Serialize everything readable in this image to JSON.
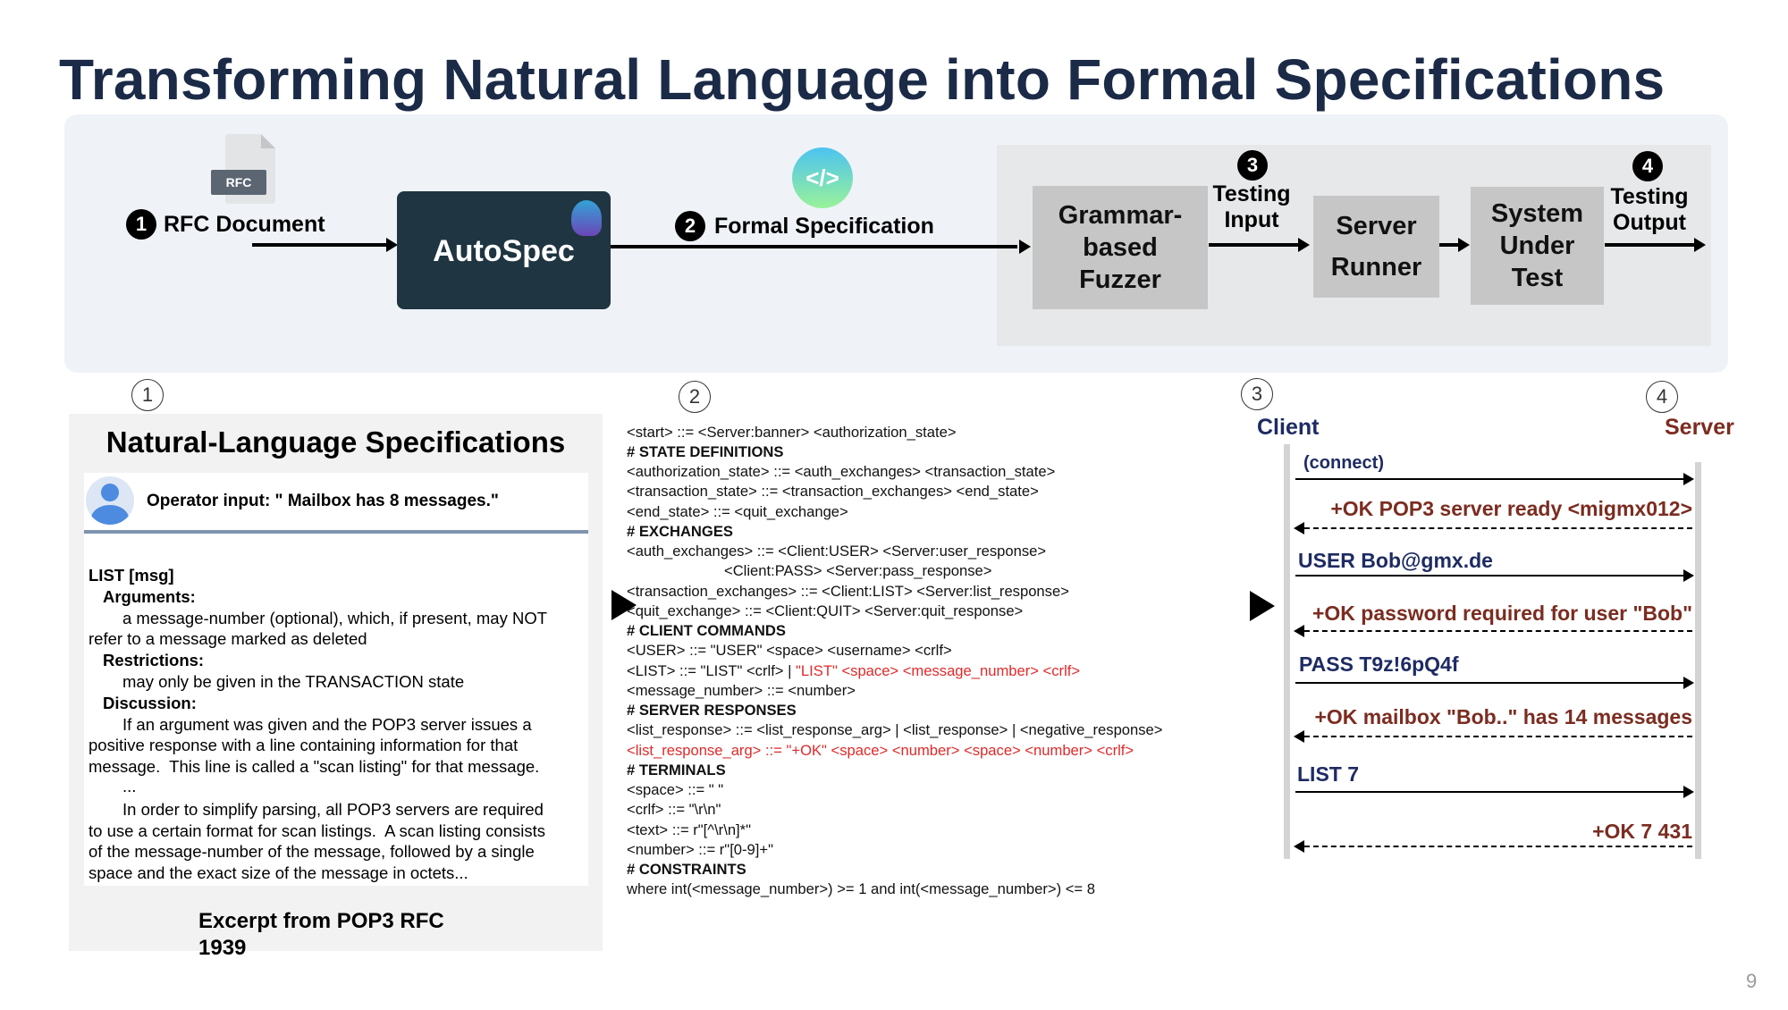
{
  "title": "Transforming Natural Language into Formal Specifications",
  "pipeline": {
    "rfc_icon_label": "RFC",
    "step1_num": "1",
    "step1_label": "RFC Document",
    "autospec_label": "AutoSpec",
    "code_icon_label": "</>",
    "step2_num": "2",
    "step2_label": "Formal Specification",
    "fuzzer_label": [
      "Grammar-",
      "based",
      "Fuzzer"
    ],
    "step3_num": "3",
    "step3_label": [
      "Testing",
      "Input"
    ],
    "runner_label": [
      "Server",
      "Runner"
    ],
    "sut_label": [
      "System",
      "Under",
      "Test"
    ],
    "step4_num": "4",
    "step4_label": [
      "Testing",
      "Output"
    ]
  },
  "section_markers": [
    "1",
    "2",
    "3",
    "4"
  ],
  "nl_spec": {
    "heading": "Natural-Language Specifications",
    "operator_input": "Operator input: \" Mailbox has 8 messages.\"",
    "lines": [
      "LIST [msg]",
      "Arguments:",
      "a message-number (optional), which, if present, may NOT",
      "refer to a message marked as deleted",
      "Restrictions:",
      "may only be given in the TRANSACTION state",
      "Discussion:",
      "If an argument was given and the POP3 server issues a",
      "positive response with a line containing information for that",
      "message.  This line is called a \"scan listing\" for that message.",
      "...",
      "In order to simplify parsing, all POP3 servers are required",
      "to use a certain format for scan listings.  A scan listing consists",
      "of the message-number of the message, followed by a single",
      "space and the exact size of the message in octets..."
    ],
    "caption": [
      "Excerpt from POP3 RFC",
      "1939"
    ]
  },
  "grammar": {
    "lines": [
      "<start> ::= <Server:banner> <authorization_state>",
      "# STATE DEFINITIONS",
      "<authorization_state> ::= <auth_exchanges> <transaction_state>",
      "<transaction_state> ::= <transaction_exchanges> <end_state>",
      "<end_state> ::= <quit_exchange>",
      "# EXCHANGES",
      "<auth_exchanges> ::= <Client:USER> <Server:user_response>",
      "<Client:PASS> <Server:pass_response>",
      "<transaction_exchanges> ::= <Client:LIST> <Server:list_response>",
      "<quit_exchange> ::= <Client:QUIT> <Server:quit_response>",
      "# CLIENT COMMANDS",
      "<USER> ::= \"USER\" <space> <username> <crlf>",
      "<LIST> ::= \"LIST\" <crlf> | ",
      "<message_number> ::= <number>",
      "# SERVER RESPONSES",
      "<list_response> ::= <list_response_arg> | <list_response> | <negative_response>",
      "<list_response_arg> ::= \"+OK\" <space> <number> <space> <number> <crlf>",
      "# TERMINALS",
      "<space> ::= \" \"",
      "<crlf> ::= \"\\r\\n\"",
      "<text> ::= r\"[^\\r\\n]*\"",
      "<number> ::= r\"[0-9]+\"",
      "# CONSTRAINTS",
      "where int(<message_number>) >= 1 and int(<message_number>) <= 8"
    ],
    "list_highlight": "\"LIST\" <space> <message_number> <crlf>",
    "highlight_color": "#e02a2a"
  },
  "sequence": {
    "client_label": "Client",
    "server_label": "Server",
    "messages": [
      {
        "dir": "client-to-server",
        "text": "(connect)"
      },
      {
        "dir": "server-to-client",
        "text": "+OK POP3 server ready <migmx012>"
      },
      {
        "dir": "client-to-server",
        "text": "USER Bob@gmx.de"
      },
      {
        "dir": "server-to-client",
        "text": "+OK password required for user \"Bob\""
      },
      {
        "dir": "client-to-server",
        "text": "PASS T9z!6pQ4f"
      },
      {
        "dir": "server-to-client",
        "text": "+OK mailbox \"Bob..\" has 14 messages"
      },
      {
        "dir": "client-to-server",
        "text": "LIST 7"
      },
      {
        "dir": "server-to-client",
        "text": "+OK 7 431"
      }
    ]
  },
  "page_number": "9",
  "colors": {
    "title": "#1b2a47",
    "autospec_box": "#1f3541",
    "client": "#1e2b63",
    "server": "#7b2c20"
  }
}
